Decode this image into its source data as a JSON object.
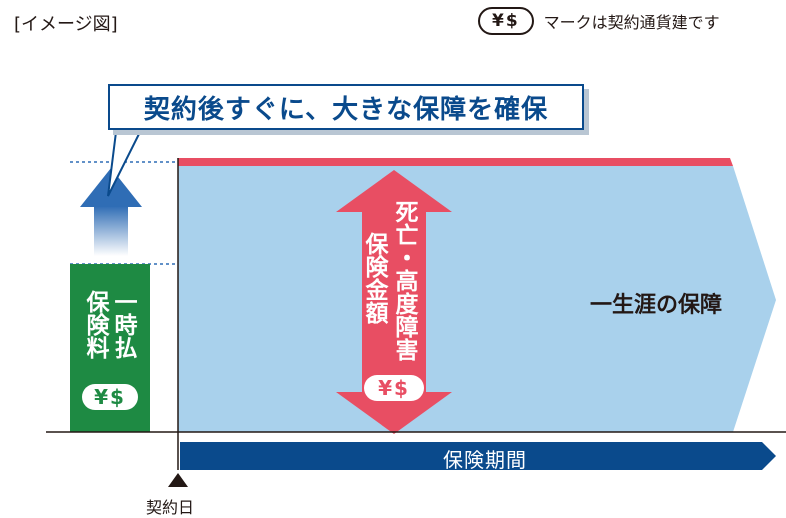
{
  "header": {
    "image_label": "[イメージ図]",
    "currency_mark": "¥$",
    "currency_note": "マークは契約通貨建です"
  },
  "callout": {
    "text": "契約後すぐに、大きな保障を確保"
  },
  "lump_sum": {
    "label_col1": "一時払",
    "label_col2": "保険料",
    "currency_mark": "¥$"
  },
  "death_benefit": {
    "label_col1": "死亡・高度障害",
    "label_col2": "保険金額",
    "currency_mark": "¥$"
  },
  "lifetime_coverage": "一生涯の保障",
  "timeline": {
    "period_label": "保険期間",
    "contract_date_label": "契約日"
  },
  "colors": {
    "green": "#1e8a43",
    "light_blue": "#a9d1ec",
    "red": "#e84e63",
    "navy": "#0a4a8c",
    "arrow_blue": "#2f6db5"
  }
}
